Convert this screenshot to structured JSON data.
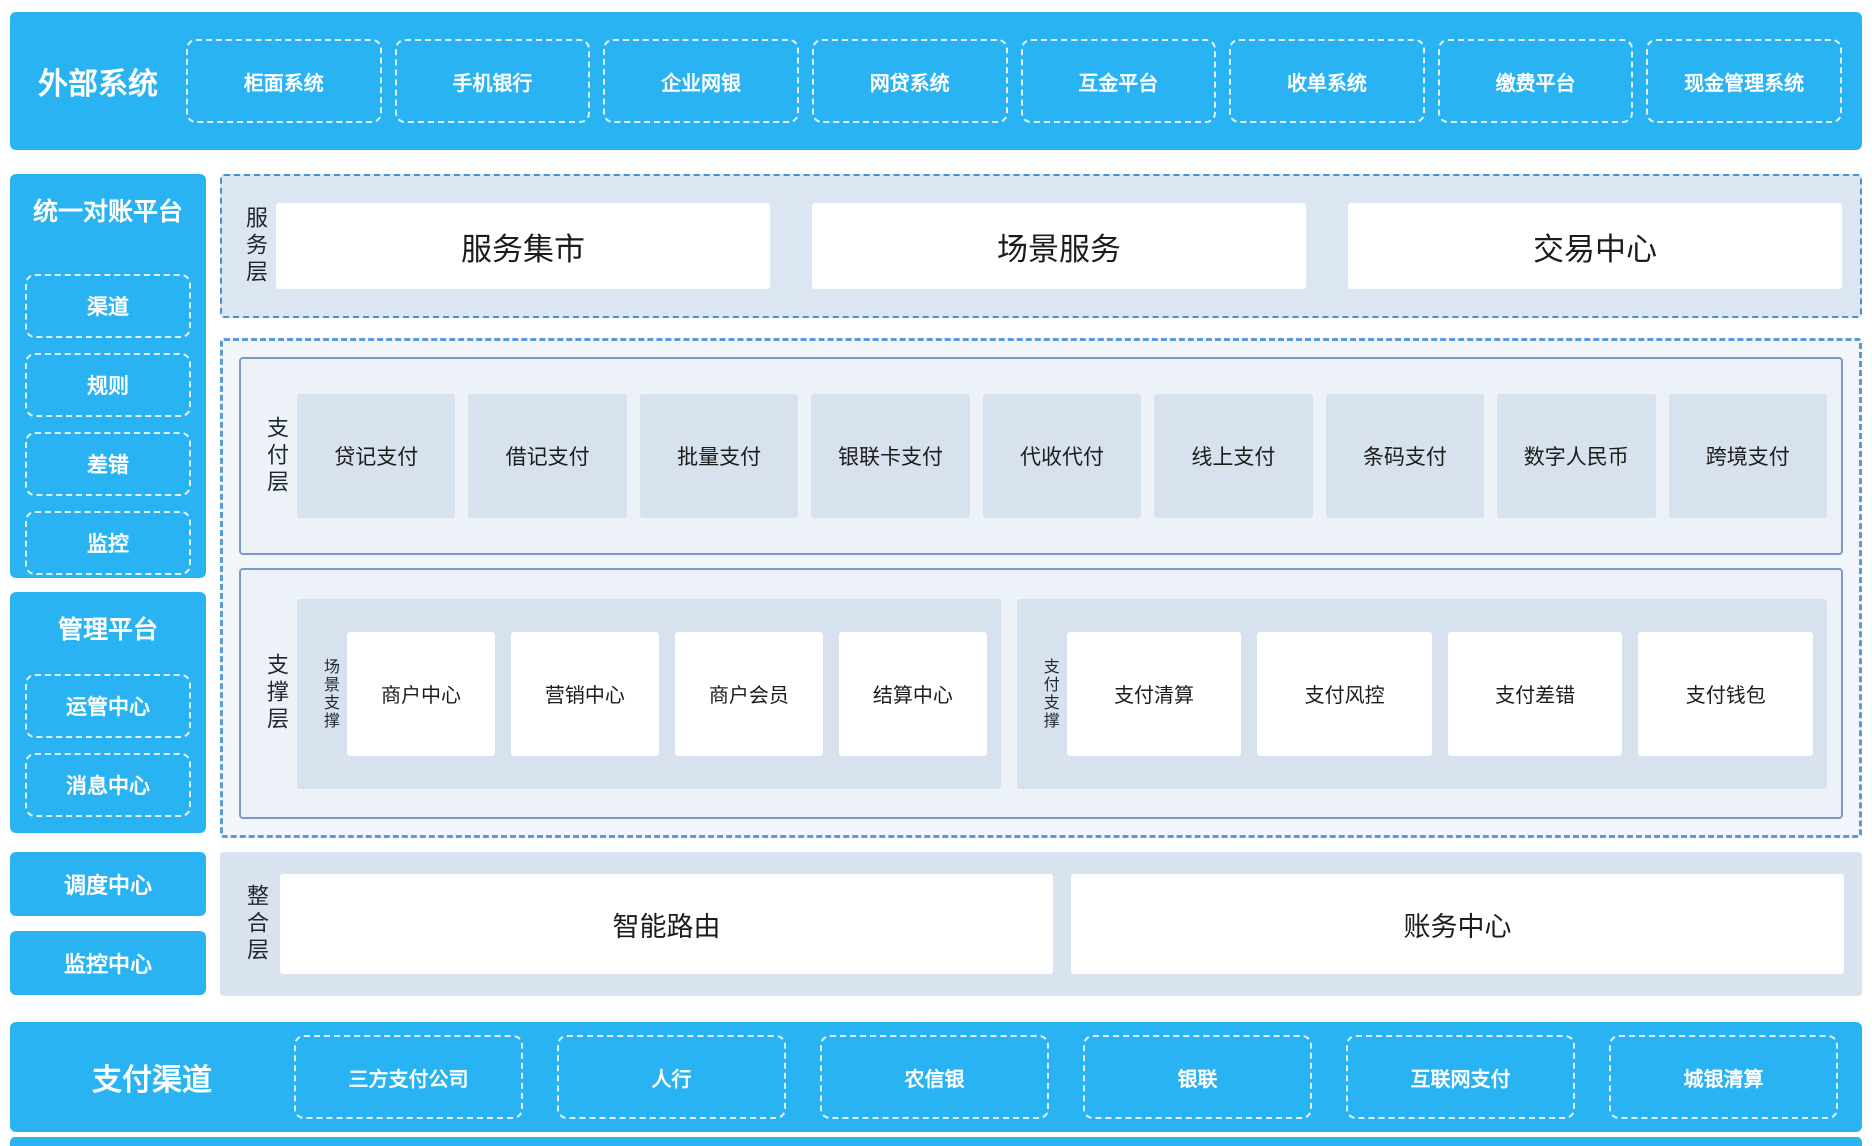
{
  "colors": {
    "accent_blue": "#29b3f2",
    "panel_light_blue": "#dce6f2",
    "box_blue": "#d8e1ee",
    "dashed_border_blue": "#5b9bd5",
    "solid_border_blue": "#7b9cc6",
    "text_dark": "#1c1c1c",
    "white": "#ffffff"
  },
  "external_systems": {
    "title": "外部系统",
    "items": [
      "柜面系统",
      "手机银行",
      "企业网银",
      "网贷系统",
      "互金平台",
      "收单系统",
      "缴费平台",
      "现金管理系统"
    ]
  },
  "sidebar": {
    "reconciliation": {
      "title": "统一对账平台",
      "items": [
        "渠道",
        "规则",
        "差错",
        "监控"
      ]
    },
    "management": {
      "title": "管理平台",
      "items": [
        "运管中心",
        "消息中心"
      ]
    },
    "scheduling_center": "调度中心",
    "monitoring_center": "监控中心"
  },
  "service_layer": {
    "label": "服务层",
    "items": [
      "服务集市",
      "场景服务",
      "交易中心"
    ]
  },
  "payment_layer": {
    "label": "支付层",
    "items": [
      "贷记支付",
      "借记支付",
      "批量支付",
      "银联卡支付",
      "代收代付",
      "线上支付",
      "条码支付",
      "数字人民币",
      "跨境支付"
    ]
  },
  "support_layer": {
    "label": "支撑层",
    "groups": [
      {
        "label": "场景支撑",
        "items": [
          "商户中心",
          "营销中心",
          "商户会员",
          "结算中心"
        ]
      },
      {
        "label": "支付支撑",
        "items": [
          "支付清算",
          "支付风控",
          "支付差错",
          "支付钱包"
        ]
      }
    ]
  },
  "integration_layer": {
    "label": "整合层",
    "items": [
      "智能路由",
      "账务中心"
    ]
  },
  "payment_channels": {
    "title": "支付渠道",
    "items": [
      "三方支付公司",
      "人行",
      "农信银",
      "银联",
      "互联网支付",
      "城银清算"
    ]
  }
}
